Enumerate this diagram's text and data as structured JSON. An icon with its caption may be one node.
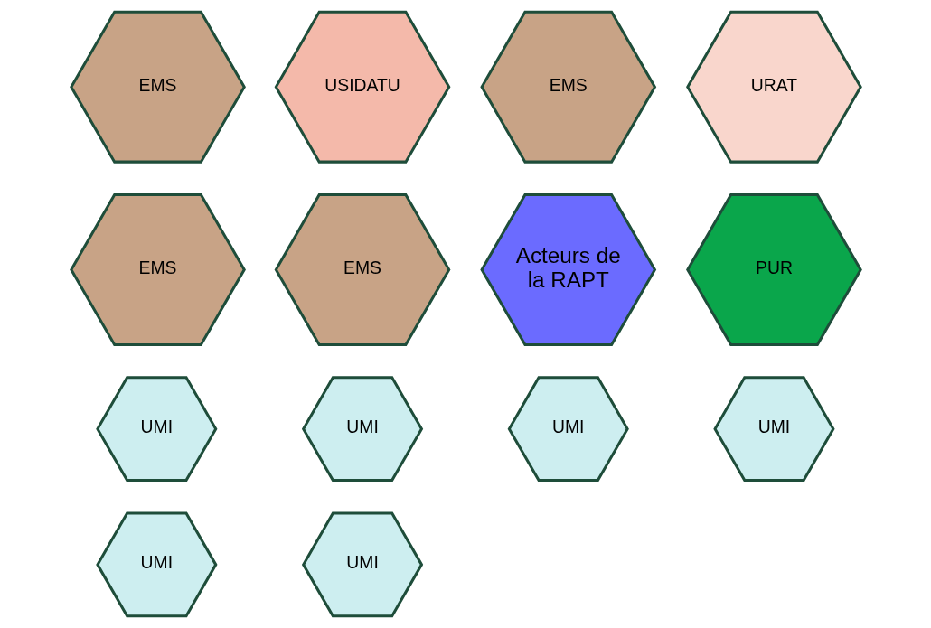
{
  "diagram": {
    "nodes": [
      {
        "text": [
          "EMS"
        ]
      },
      {
        "text": [
          "UMI"
        ]
      },
      {
        "text": [
          "USIDATU"
        ]
      },
      {
        "text": [
          "EMS"
        ]
      },
      {
        "text": [
          "UMI"
        ]
      },
      {
        "text": [
          "UMI"
        ]
      },
      {
        "text": [
          "UMI"
        ]
      },
      {
        "text": [
          "URAT"
        ]
      },
      {
        "text": [
          "EMS"
        ]
      },
      {
        "text": [
          "EMS"
        ]
      },
      {
        "text": [
          "UMI"
        ]
      },
      {
        "text": [
          "UMI"
        ]
      },
      {
        "text": [
          "Acteurs de la RAPT"
        ]
      },
      {
        "text": [
          "PUR"
        ]
      }
    ],
    "edges": []
  }
}
